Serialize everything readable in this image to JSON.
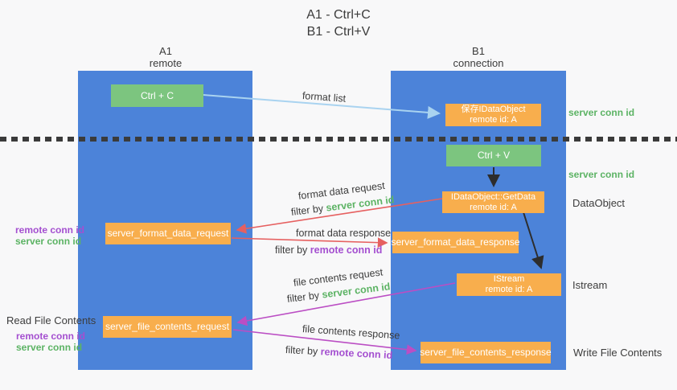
{
  "title": {
    "line1": "A1 - Ctrl+C",
    "line2": "B1 - Ctrl+V"
  },
  "columns": {
    "a1": {
      "name": "A1",
      "subtitle": "remote"
    },
    "b1": {
      "name": "B1",
      "subtitle": "connection"
    }
  },
  "boxes": {
    "ctrl_c": "Ctrl + C",
    "ctrl_v": "Ctrl + V",
    "save_dataobject": {
      "line1": "保存IDataObject",
      "line2": "remote id: A"
    },
    "getdata": {
      "line1": "IDataObject::GetData",
      "line2": "remote id: A"
    },
    "istream": {
      "line1": "IStream",
      "line2": "remote id: A"
    },
    "format_request": "server_format_data_request",
    "format_response": "server_format_data_response",
    "file_request": "server_file_contents_request",
    "file_response": "server_file_contents_response"
  },
  "flow_labels": {
    "format_list": "format list",
    "format_data_request": "format data request",
    "format_data_response": "format data response",
    "file_contents_request": "file contents request",
    "file_contents_response": "file contents response",
    "filter_by": "filter by"
  },
  "side_labels": {
    "server_conn_id": "server conn id",
    "remote_conn_id": "remote conn id",
    "dataobject": "DataObject",
    "istream": "Istream",
    "read_file_contents": "Read File Contents",
    "write_file_contents": "Write File Contents"
  },
  "colors": {
    "lifeline_blue": "#4c83d9",
    "box_green": "#7cc57f",
    "box_orange": "#f8ae4d",
    "arrow_light_blue": "#a9d3f0",
    "arrow_red": "#e66060",
    "arrow_magenta": "#bb4ec4",
    "arrow_black": "#2d2d2d",
    "text_green": "#5cb364",
    "text_purple": "#a44fd0",
    "text_dark": "#3c3c3c",
    "background": "#f8f8f9"
  }
}
